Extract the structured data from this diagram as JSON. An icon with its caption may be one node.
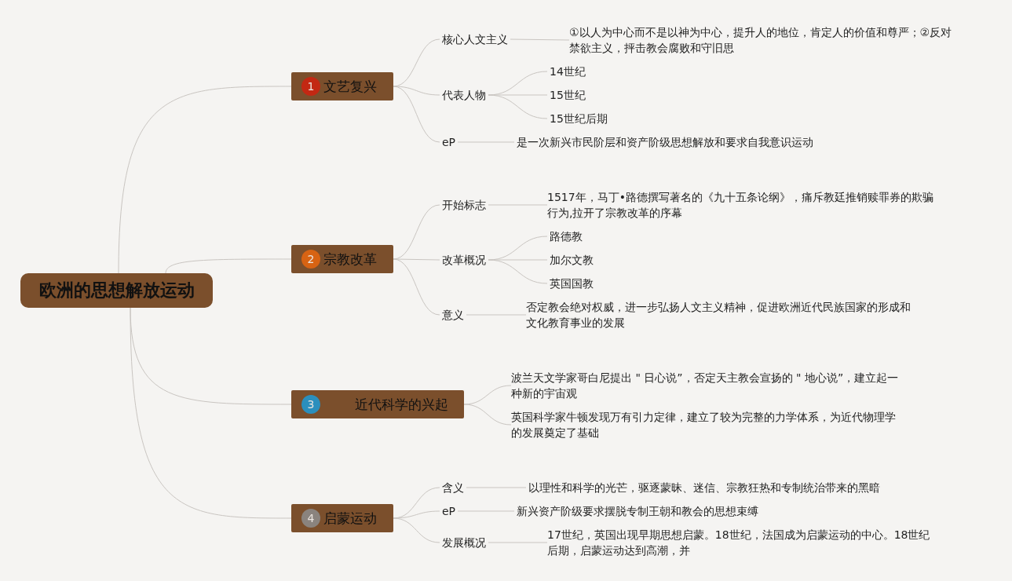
{
  "diagram": {
    "nodes": [
      {
        "text": [
          "欧洲的思想解放运动"
        ]
      },
      {
        "text": [
          "1",
          "文艺复兴"
        ]
      },
      {
        "text": [
          "核心人文主义"
        ]
      },
      {
        "text": [
          "①以人为中心而不是以神为中心，提升人的地位，肯定人的价值和尊严；②反对禁欲主义，抨击教会腐败和守旧思"
        ]
      },
      {
        "text": [
          "代表人物"
        ]
      },
      {
        "text": [
          "14世纪"
        ]
      },
      {
        "text": [
          "15世纪"
        ]
      },
      {
        "text": [
          "15世纪后期"
        ]
      },
      {
        "text": [
          "eP"
        ]
      },
      {
        "text": [
          "是一次新兴市民阶层和资产阶级思想解放和要求自我意识运动"
        ]
      },
      {
        "text": [
          "2",
          "宗教改革"
        ]
      },
      {
        "text": [
          "开始标志"
        ]
      },
      {
        "text": [
          "1517年，马丁•路德撰写著名的《九十五条论纲》，痛斥教廷推销赎罪券的欺骗行为,拉开了宗教改革的序幕"
        ]
      },
      {
        "text": [
          "改革概况"
        ]
      },
      {
        "text": [
          "路德教"
        ]
      },
      {
        "text": [
          "加尔文教"
        ]
      },
      {
        "text": [
          "英国国教"
        ]
      },
      {
        "text": [
          "意义"
        ]
      },
      {
        "text": [
          "否定教会绝对权威，进一步弘扬人文主义精神，促进欧洲近代民族国家的形成和文化教育事业的发展"
        ]
      },
      {
        "text": [
          "3",
          "近代科学的兴起"
        ]
      },
      {
        "text": [
          "波兰天文学家哥白尼提出 \" 日心说”，否定天主教会宣扬的 \" 地心说”，建立起一种新的宇宙观"
        ]
      },
      {
        "text": [
          "英国科学家牛顿发现万有引力定律，建立了较为完整的力学体系，为近代物理学的发展奠定了基础"
        ]
      },
      {
        "text": [
          "4",
          "启蒙运动"
        ]
      },
      {
        "text": [
          "含义"
        ]
      },
      {
        "text": [
          "以理性和科学的光芒，驱逐蒙昧、迷信、宗教狂热和专制统治带来的黑暗"
        ]
      },
      {
        "text": [
          "eP"
        ]
      },
      {
        "text": [
          "新兴资产阶级要求摆脱专制王朝和教会的思想束缚"
        ]
      },
      {
        "text": [
          "发展概况"
        ]
      },
      {
        "text": [
          "17世纪，英国出现早期思想启蒙。18世纪，法国成为启蒙运动的中心。18世纪后期，启蒙运动达到高潮，并"
        ]
      }
    ],
    "edges": [
      {
        "from": 0,
        "to": 1,
        "arrow": "none"
      },
      {
        "from": 0,
        "to": 10,
        "arrow": "none"
      },
      {
        "from": 0,
        "to": 19,
        "arrow": "none"
      },
      {
        "from": 0,
        "to": 22,
        "arrow": "none"
      },
      {
        "from": 1,
        "to": 2,
        "arrow": "none"
      },
      {
        "from": 1,
        "to": 4,
        "arrow": "none"
      },
      {
        "from": 1,
        "to": 8,
        "arrow": "none"
      },
      {
        "from": 2,
        "to": 3,
        "arrow": "none"
      },
      {
        "from": 4,
        "to": 5,
        "arrow": "none"
      },
      {
        "from": 4,
        "to": 6,
        "arrow": "none"
      },
      {
        "from": 4,
        "to": 7,
        "arrow": "none"
      },
      {
        "from": 8,
        "to": 9,
        "arrow": "none"
      },
      {
        "from": 10,
        "to": 11,
        "arrow": "none"
      },
      {
        "from": 10,
        "to": 13,
        "arrow": "none"
      },
      {
        "from": 10,
        "to": 17,
        "arrow": "none"
      },
      {
        "from": 11,
        "to": 12,
        "arrow": "none"
      },
      {
        "from": 13,
        "to": 14,
        "arrow": "none"
      },
      {
        "from": 13,
        "to": 15,
        "arrow": "none"
      },
      {
        "from": 13,
        "to": 16,
        "arrow": "none"
      },
      {
        "from": 17,
        "to": 18,
        "arrow": "none"
      },
      {
        "from": 19,
        "to": 20,
        "arrow": "none"
      },
      {
        "from": 19,
        "to": 21,
        "arrow": "none"
      },
      {
        "from": 22,
        "to": 23,
        "arrow": "none"
      },
      {
        "from": 22,
        "to": 25,
        "arrow": "none"
      },
      {
        "from": 22,
        "to": 27,
        "arrow": "none"
      },
      {
        "from": 23,
        "to": 24,
        "arrow": "none"
      },
      {
        "from": 25,
        "to": 26,
        "arrow": "none"
      },
      {
        "from": 27,
        "to": 28,
        "arrow": "none"
      }
    ]
  }
}
